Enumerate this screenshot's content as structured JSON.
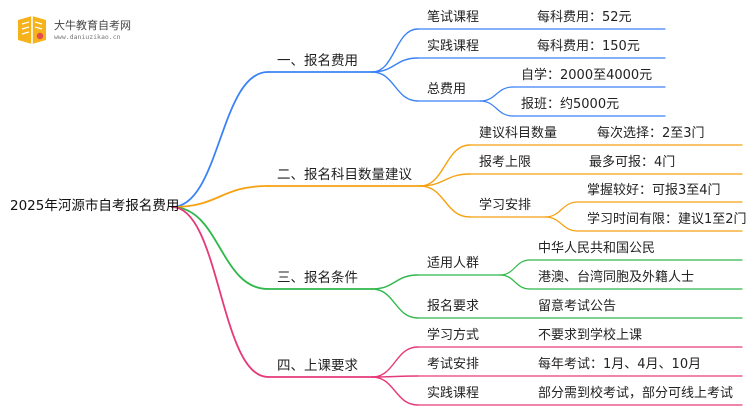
{
  "logo": {
    "name": "大牛教育自考网",
    "url": "www.daniuzikao.cn"
  },
  "root": "2025年河源市自考报名费用",
  "colors": {
    "blue": "#3b82f6",
    "orange": "#f6a210",
    "green": "#2fb84a",
    "pink": "#e63a7a"
  },
  "branches": [
    {
      "label": "一、报名费用",
      "subs": [
        {
          "label": "笔试课程",
          "leaves": [
            "每科费用：52元"
          ]
        },
        {
          "label": "实践课程",
          "leaves": [
            "每科费用：150元"
          ]
        },
        {
          "label": "总费用",
          "leaves": [
            "自学：2000至4000元",
            "报班：约5000元"
          ]
        }
      ]
    },
    {
      "label": "二、报名科目数量建议",
      "subs": [
        {
          "label": "建议科目数量",
          "leaves": [
            "每次选择：2至3门"
          ]
        },
        {
          "label": "报考上限",
          "leaves": [
            "最多可报：4门"
          ]
        },
        {
          "label": "学习安排",
          "leaves": [
            "掌握较好：可报3至4门",
            "学习时间有限：建议1至2门"
          ]
        }
      ]
    },
    {
      "label": "三、报名条件",
      "subs": [
        {
          "label": "适用人群",
          "leaves": [
            "中华人民共和国公民",
            "港澳、台湾同胞及外籍人士"
          ]
        },
        {
          "label": "报名要求",
          "leaves": [
            "留意考试公告"
          ]
        }
      ]
    },
    {
      "label": "四、上课要求",
      "subs": [
        {
          "label": "学习方式",
          "leaves": [
            "不要求到学校上课"
          ]
        },
        {
          "label": "考试安排",
          "leaves": [
            "每年考试：1月、4月、10月"
          ]
        },
        {
          "label": "实践课程",
          "leaves": [
            "部分需到校考试，部分可线上考试"
          ]
        }
      ]
    }
  ]
}
